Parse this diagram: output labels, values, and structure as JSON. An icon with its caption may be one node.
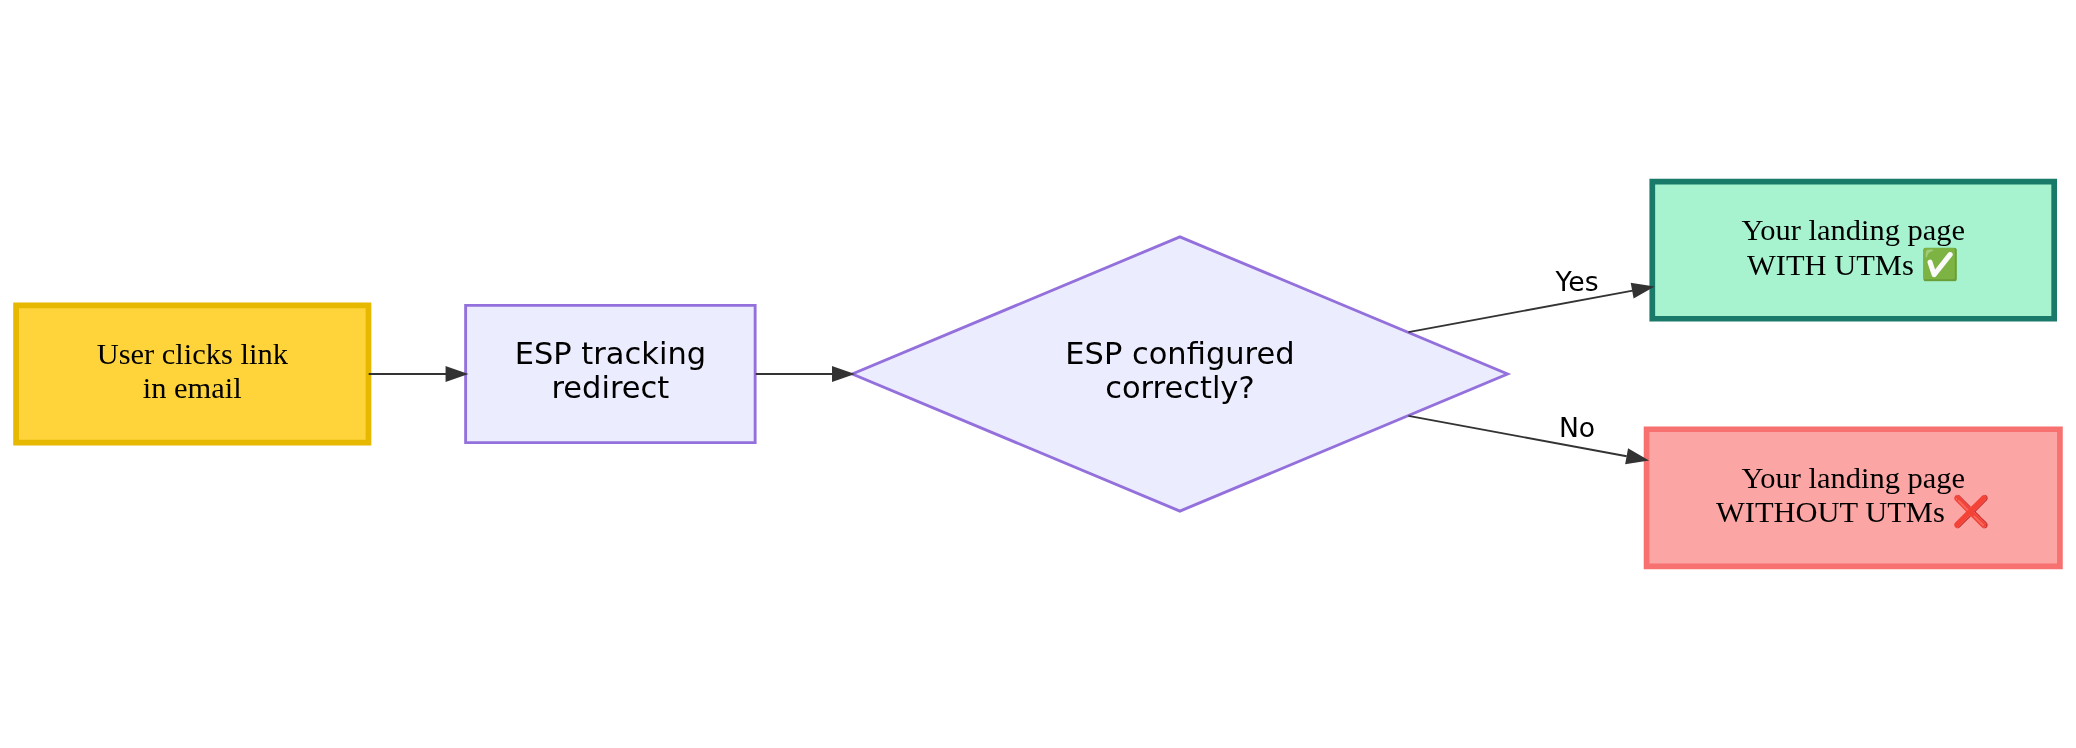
{
  "diagram": {
    "nodes": [
      {
        "text": [
          "User clicks link in email"
        ]
      },
      {
        "text": [
          "ESP tracking redirect"
        ]
      },
      {
        "text": [
          "ESP configured correctly?"
        ]
      },
      {
        "text": [
          "Your landing page WITH UTMs ✅"
        ]
      },
      {
        "text": [
          "Your landing page WITHOUT UTMs ❌"
        ]
      }
    ],
    "edges": [
      {
        "from": 0,
        "to": 1,
        "arrow": "to"
      },
      {
        "from": 1,
        "to": 2,
        "arrow": "to"
      },
      {
        "from": 2,
        "to": 3,
        "arrow": "to",
        "label": "Yes"
      },
      {
        "from": 2,
        "to": 4,
        "arrow": "to",
        "label": "No"
      }
    ]
  }
}
